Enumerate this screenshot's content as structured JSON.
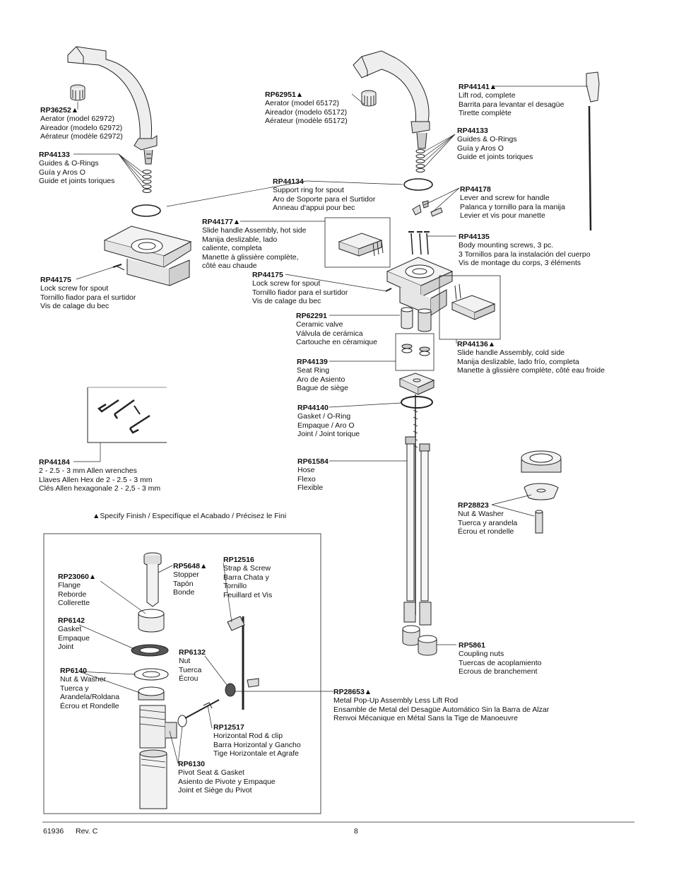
{
  "parts": [
    {
      "id": "rp36252",
      "pn": "RP36252▲",
      "lines": [
        "Aerator (model 62972)",
        "Aireador (modelo 62972)",
        "Aérateur (modèle 62972)"
      ]
    },
    {
      "id": "rp44133-left",
      "pn": "RP44133",
      "lines": [
        "Guides & O-Rings",
        "Guía y Aros O",
        "Guide et joints toriques"
      ]
    },
    {
      "id": "rp44175-left",
      "pn": "RP44175",
      "lines": [
        "Lock screw for spout",
        "Tornillo fiador para el surtidor",
        "Vis de calage du bec"
      ]
    },
    {
      "id": "rp44184",
      "pn": "RP44184",
      "lines": [
        "2 - 2.5 - 3 mm Allen wrenches",
        "Llaves Allen Hex de 2 - 2.5 - 3 mm",
        "Clés Allen hexagonale 2 - 2,5 - 3 mm"
      ]
    },
    {
      "id": "rp62951",
      "pn": "RP62951▲",
      "lines": [
        "Aerator (model 65172)",
        "Aireador (modelo 65172)",
        "Aérateur (modèle 65172)"
      ]
    },
    {
      "id": "rp44134",
      "pn": "RP44134",
      "lines": [
        "Support ring for spout",
        "Aro de Soporte para el Surtidor",
        "Anneau d'appui pour bec"
      ]
    },
    {
      "id": "rp44177",
      "pn": "RP44177▲",
      "lines": [
        "Slide handle Assembly, hot side",
        "Manija deslizable, lado",
        "caliente, completa",
        "Manette à glissière complète,",
        "côté eau chaude"
      ]
    },
    {
      "id": "rp44175-right",
      "pn": "RP44175",
      "lines": [
        "Lock screw for spout",
        "Tornillo fiador para el surtidor",
        "Vis de calage du bec"
      ]
    },
    {
      "id": "rp62291",
      "pn": "RP62291",
      "lines": [
        "Ceramic valve",
        "Válvula de cerámica",
        "Cartouche en céramique"
      ]
    },
    {
      "id": "rp44139",
      "pn": "RP44139",
      "lines": [
        "Seat Ring",
        "Aro de Asiento",
        "Bague de siège"
      ]
    },
    {
      "id": "rp44140",
      "pn": "RP44140",
      "lines": [
        "Gasket / O-Ring",
        "Empaque / Aro O",
        "Joint / Joint torique"
      ]
    },
    {
      "id": "rp61584",
      "pn": "RP61584",
      "lines": [
        "Hose",
        "Flexo",
        "Flexible"
      ]
    },
    {
      "id": "rp44141",
      "pn": "RP44141▲",
      "lines": [
        "Lift rod, complete",
        "Barrita para levantar el desagüe",
        "Tirette complète"
      ]
    },
    {
      "id": "rp44133-right",
      "pn": "RP44133",
      "lines": [
        "Guides & O-Rings",
        "Guía y Aros O",
        "Guide et joints toriques"
      ]
    },
    {
      "id": "rp44178",
      "pn": "RP44178",
      "lines": [
        "Lever and screw for handle",
        "Palanca y tornillo para la manija",
        "Levier et vis pour manette"
      ]
    },
    {
      "id": "rp44135",
      "pn": "RP44135",
      "lines": [
        "Body mounting screws, 3 pc.",
        "3 Tornillos para la instalación del cuerpo",
        "Vis de montage du corps, 3 éléments"
      ]
    },
    {
      "id": "rp44136",
      "pn": "RP44136▲",
      "lines": [
        "Slide handle Assembly, cold side",
        "Manija deslizable, lado frío, completa",
        "Manette à glissière complète, côté eau froide"
      ]
    },
    {
      "id": "rp28823",
      "pn": "RP28823",
      "lines": [
        "Nut & Washer",
        "Tuerca y arandela",
        "Écrou et rondelle"
      ]
    },
    {
      "id": "rp5861",
      "pn": "RP5861",
      "lines": [
        "Coupling nuts",
        "Tuercas de acoplamiento",
        "Ecrous de branchement"
      ]
    },
    {
      "id": "rp28653",
      "pn": "RP28653▲",
      "lines": [
        "Metal Pop-Up Assembly Less Lift Rod",
        "Ensamble de Metal del Desagüe Automático Sin la Barra de Alzar",
        "Renvoi Mécanique en Métal Sans la Tige de Manoeuvre"
      ]
    },
    {
      "id": "rp23060",
      "pn": "RP23060▲",
      "lines": [
        "Flange",
        "Reborde",
        "Collerette"
      ]
    },
    {
      "id": "rp5648",
      "pn": "RP5648▲",
      "lines": [
        "Stopper",
        "Tapón",
        "Bonde"
      ]
    },
    {
      "id": "rp12516",
      "pn": "RP12516",
      "lines": [
        "Strap & Screw",
        "Barra Chata y",
        "Tornillo",
        "Feuillard et Vis"
      ]
    },
    {
      "id": "rp6142",
      "pn": "RP6142",
      "lines": [
        "Gasket",
        "Empaque",
        "Joint"
      ]
    },
    {
      "id": "rp6132",
      "pn": "RP6132",
      "lines": [
        "Nut",
        "Tuerca",
        "Écrou"
      ]
    },
    {
      "id": "rp6140",
      "pn": "RP6140",
      "lines": [
        "Nut & Washer",
        "Tuerca y",
        "Arandela/Roldana",
        "Écrou et Rondelle"
      ]
    },
    {
      "id": "rp12517",
      "pn": "RP12517",
      "lines": [
        "Horizontal Rod & clip",
        "Barra Horizontal y Gancho",
        "Tige Horizontale et Agrafe"
      ]
    },
    {
      "id": "rp6130",
      "pn": "RP6130",
      "lines": [
        "Pivot Seat & Gasket",
        "Asiento de Pivote y Empaque",
        "Joint et Siège du Pivot"
      ]
    }
  ],
  "finish_note": "▲Specify Finish / Especifíque el Acabado / Précisez le Fini",
  "footer": {
    "doc_number": "61936",
    "revision": "Rev. C",
    "page_number": "8"
  }
}
